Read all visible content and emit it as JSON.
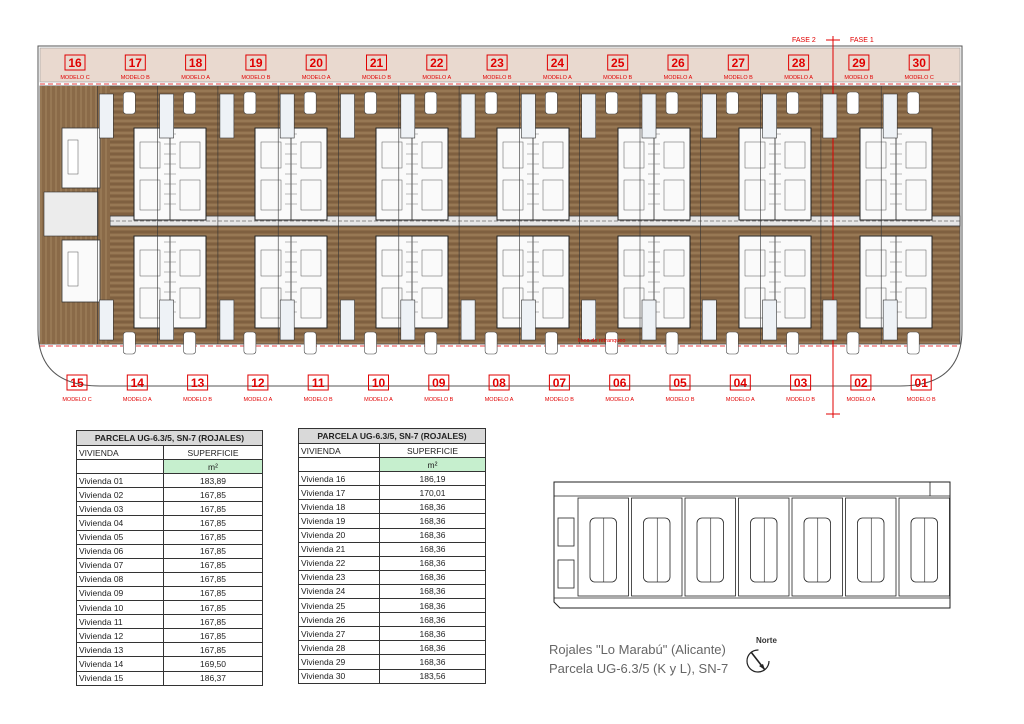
{
  "plan": {
    "top_numbers": [
      "16",
      "17",
      "18",
      "19",
      "20",
      "21",
      "22",
      "23",
      "24",
      "25",
      "26",
      "27",
      "28",
      "29",
      "30"
    ],
    "top_models": [
      "MODELO C",
      "MODELO B",
      "MODELO A",
      "MODELO B",
      "MODELO A",
      "MODELO B",
      "MODELO A",
      "MODELO B",
      "MODELO A",
      "MODELO B",
      "MODELO A",
      "MODELO B",
      "MODELO A",
      "MODELO B",
      "MODELO C"
    ],
    "bottom_numbers": [
      "15",
      "14",
      "13",
      "12",
      "11",
      "10",
      "09",
      "08",
      "07",
      "06",
      "05",
      "04",
      "03",
      "02",
      "01"
    ],
    "bottom_models": [
      "MODELO C",
      "MODELO A",
      "MODELO B",
      "MODELO A",
      "MODELO B",
      "MODELO A",
      "MODELO B",
      "MODELO A",
      "MODELO B",
      "MODELO A",
      "MODELO B",
      "MODELO A",
      "MODELO B",
      "MODELO A",
      "MODELO B"
    ],
    "phase_labels": [
      "FASE 2",
      "FASE 1"
    ],
    "line_note": "linea de retranqueo"
  },
  "table_left": {
    "title": "PARCELA UG-6.3/5, SN-7 (ROJALES)",
    "col1": "VIVIENDA",
    "col2": "SUPERFICIE",
    "unit": "m²",
    "rows": [
      {
        "name": "Vivienda 01",
        "value": "183,89"
      },
      {
        "name": "Vivienda 02",
        "value": "167,85"
      },
      {
        "name": "Vivienda 03",
        "value": "167,85"
      },
      {
        "name": "Vivienda 04",
        "value": "167,85"
      },
      {
        "name": "Vivienda 05",
        "value": "167,85"
      },
      {
        "name": "Vivienda 06",
        "value": "167,85"
      },
      {
        "name": "Vivienda 07",
        "value": "167,85"
      },
      {
        "name": "Vivienda 08",
        "value": "167,85"
      },
      {
        "name": "Vivienda 09",
        "value": "167,85"
      },
      {
        "name": "Vivienda 10",
        "value": "167,85"
      },
      {
        "name": "Vivienda 11",
        "value": "167,85"
      },
      {
        "name": "Vivienda 12",
        "value": "167,85"
      },
      {
        "name": "Vivienda 13",
        "value": "167,85"
      },
      {
        "name": "Vivienda 14",
        "value": "169,50"
      },
      {
        "name": "Vivienda 15",
        "value": "186,37"
      }
    ]
  },
  "table_right": {
    "title": "PARCELA UG-6.3/5, SN-7 (ROJALES)",
    "col1": "VIVIENDA",
    "col2": "SUPERFICIE",
    "unit": "m²",
    "rows": [
      {
        "name": "Vivienda 16",
        "value": "186,19"
      },
      {
        "name": "Vivienda 17",
        "value": "170,01"
      },
      {
        "name": "Vivienda 18",
        "value": "168,36"
      },
      {
        "name": "Vivienda 19",
        "value": "168,36"
      },
      {
        "name": "Vivienda 20",
        "value": "168,36"
      },
      {
        "name": "Vivienda 21",
        "value": "168,36"
      },
      {
        "name": "Vivienda 22",
        "value": "168,36"
      },
      {
        "name": "Vivienda 23",
        "value": "168,36"
      },
      {
        "name": "Vivienda 24",
        "value": "168,36"
      },
      {
        "name": "Vivienda 25",
        "value": "168,36"
      },
      {
        "name": "Vivienda 26",
        "value": "168,36"
      },
      {
        "name": "Vivienda 27",
        "value": "168,36"
      },
      {
        "name": "Vivienda 28",
        "value": "168,36"
      },
      {
        "name": "Vivienda 29",
        "value": "168,36"
      },
      {
        "name": "Vivienda 30",
        "value": "183,56"
      }
    ]
  },
  "caption": {
    "line1": "Rojales \"Lo Marabú\" (Alicante)",
    "line2": "Parcela UG-6.3/5 (K y L), SN-7"
  },
  "compass": {
    "label": "Norte",
    "icon": "north-arrow-icon"
  },
  "colors": {
    "wood": "#8a6a48",
    "label_red": "#e00000",
    "ink": "#222222",
    "green_header": "#c6efce"
  }
}
